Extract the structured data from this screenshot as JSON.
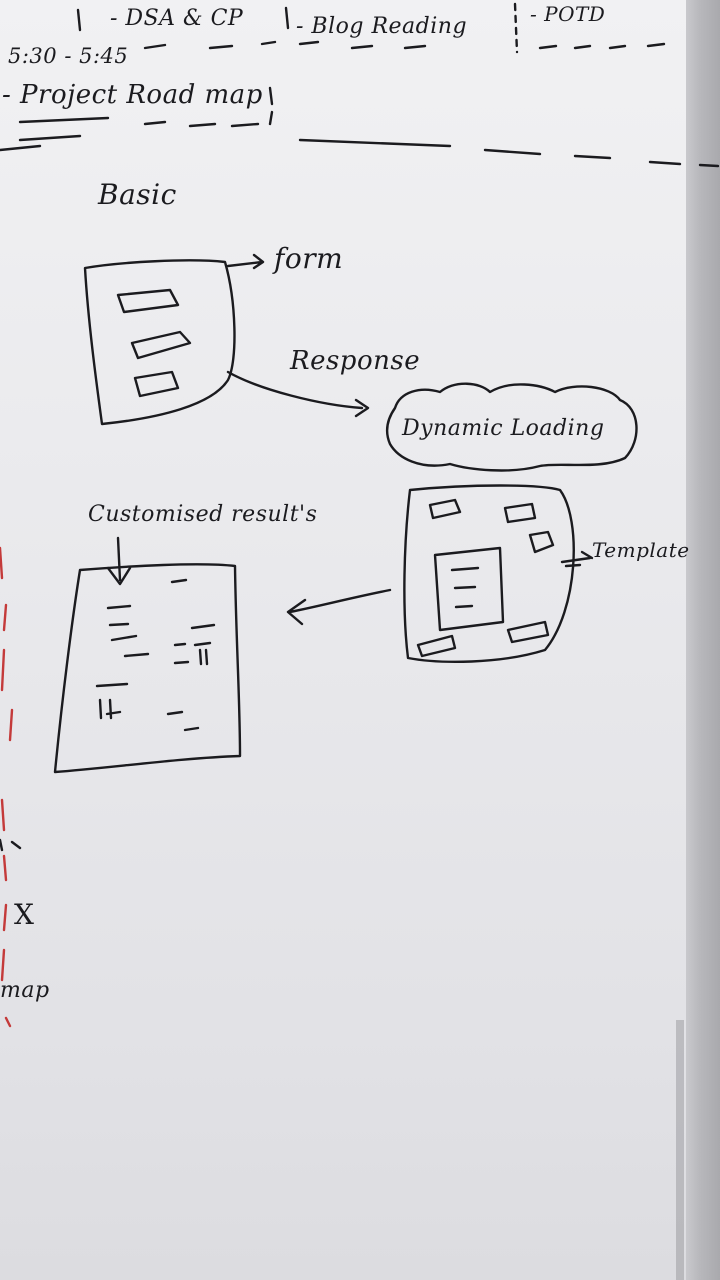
{
  "whiteboard": {
    "header": {
      "dsa": "- DSA & CP",
      "blog": "- Blog Reading",
      "potd": "- POTD",
      "time": "5:30 - 5:45",
      "project": "- Project Road map"
    },
    "diagram": {
      "basic": "Basic",
      "form": "form",
      "response": "Response",
      "dynamic_loading": "Dynamic Loading",
      "customised_results": "Customised result's",
      "template": "Template"
    },
    "left_margin": {
      "x_mark": "X",
      "map": "map"
    }
  }
}
